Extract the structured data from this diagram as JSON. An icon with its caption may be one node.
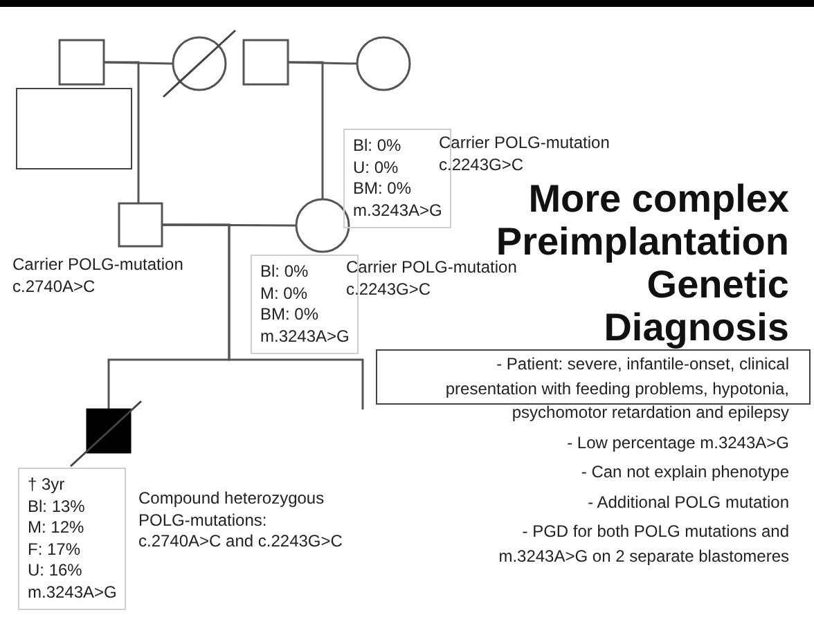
{
  "diagram": {
    "title": "More complex Preimplantation Genetic Diagnosis",
    "nodes": [
      {
        "text": [],
        "shape": "box"
      },
      {
        "text": [],
        "shape": "circle"
      },
      {
        "text": [],
        "shape": "box"
      },
      {
        "text": [],
        "shape": "circle",
        "beside": [
          "Bl: 0% U: 0% BM: 0% m.3243A>G",
          "Carrier POLG-mutation c.2243G>C"
        ]
      },
      {
        "text": [],
        "shape": "box",
        "beside": [
          "Carrier POLG-mutation c.2740A>C"
        ]
      },
      {
        "text": [],
        "shape": "circle",
        "beside": [
          "Bl: 0% M: 0% BM: 0% m.3243A>G",
          "Carrier POLG-mutation c.2243G>C"
        ]
      },
      {
        "text": [],
        "shape": "box",
        "beside": [
          "† 3yr Bl: 13% M: 12% F: 17% U: 16% m.3243A>G",
          "Compound heterozygous POLG-mutations: c.2740A>C and c.2243G>C"
        ]
      }
    ],
    "edges": [
      {
        "from": 0,
        "to": 1,
        "arrow": "none"
      },
      {
        "from": 2,
        "to": 3,
        "arrow": "none"
      },
      {
        "from": 0,
        "to": 4,
        "arrow": "none"
      },
      {
        "from": 2,
        "to": 5,
        "arrow": "none"
      },
      {
        "from": 4,
        "to": 5,
        "arrow": "none"
      },
      {
        "from": 4,
        "to": 6,
        "arrow": "none"
      },
      {
        "from": 4,
        "to": null,
        "arrow": "none"
      }
    ],
    "labels": [
      "- Patient: severe, infantile-onset, clinical presentation with feeding problems, hypotonia, psychomotor retardation and epilepsy",
      "- Low percentage m.3243A>G",
      "- Can not explain phenotype",
      "- Additional POLG mutation",
      "- PGD for both POLG mutations and m.3243A>G on 2 separate blastomeres"
    ]
  }
}
